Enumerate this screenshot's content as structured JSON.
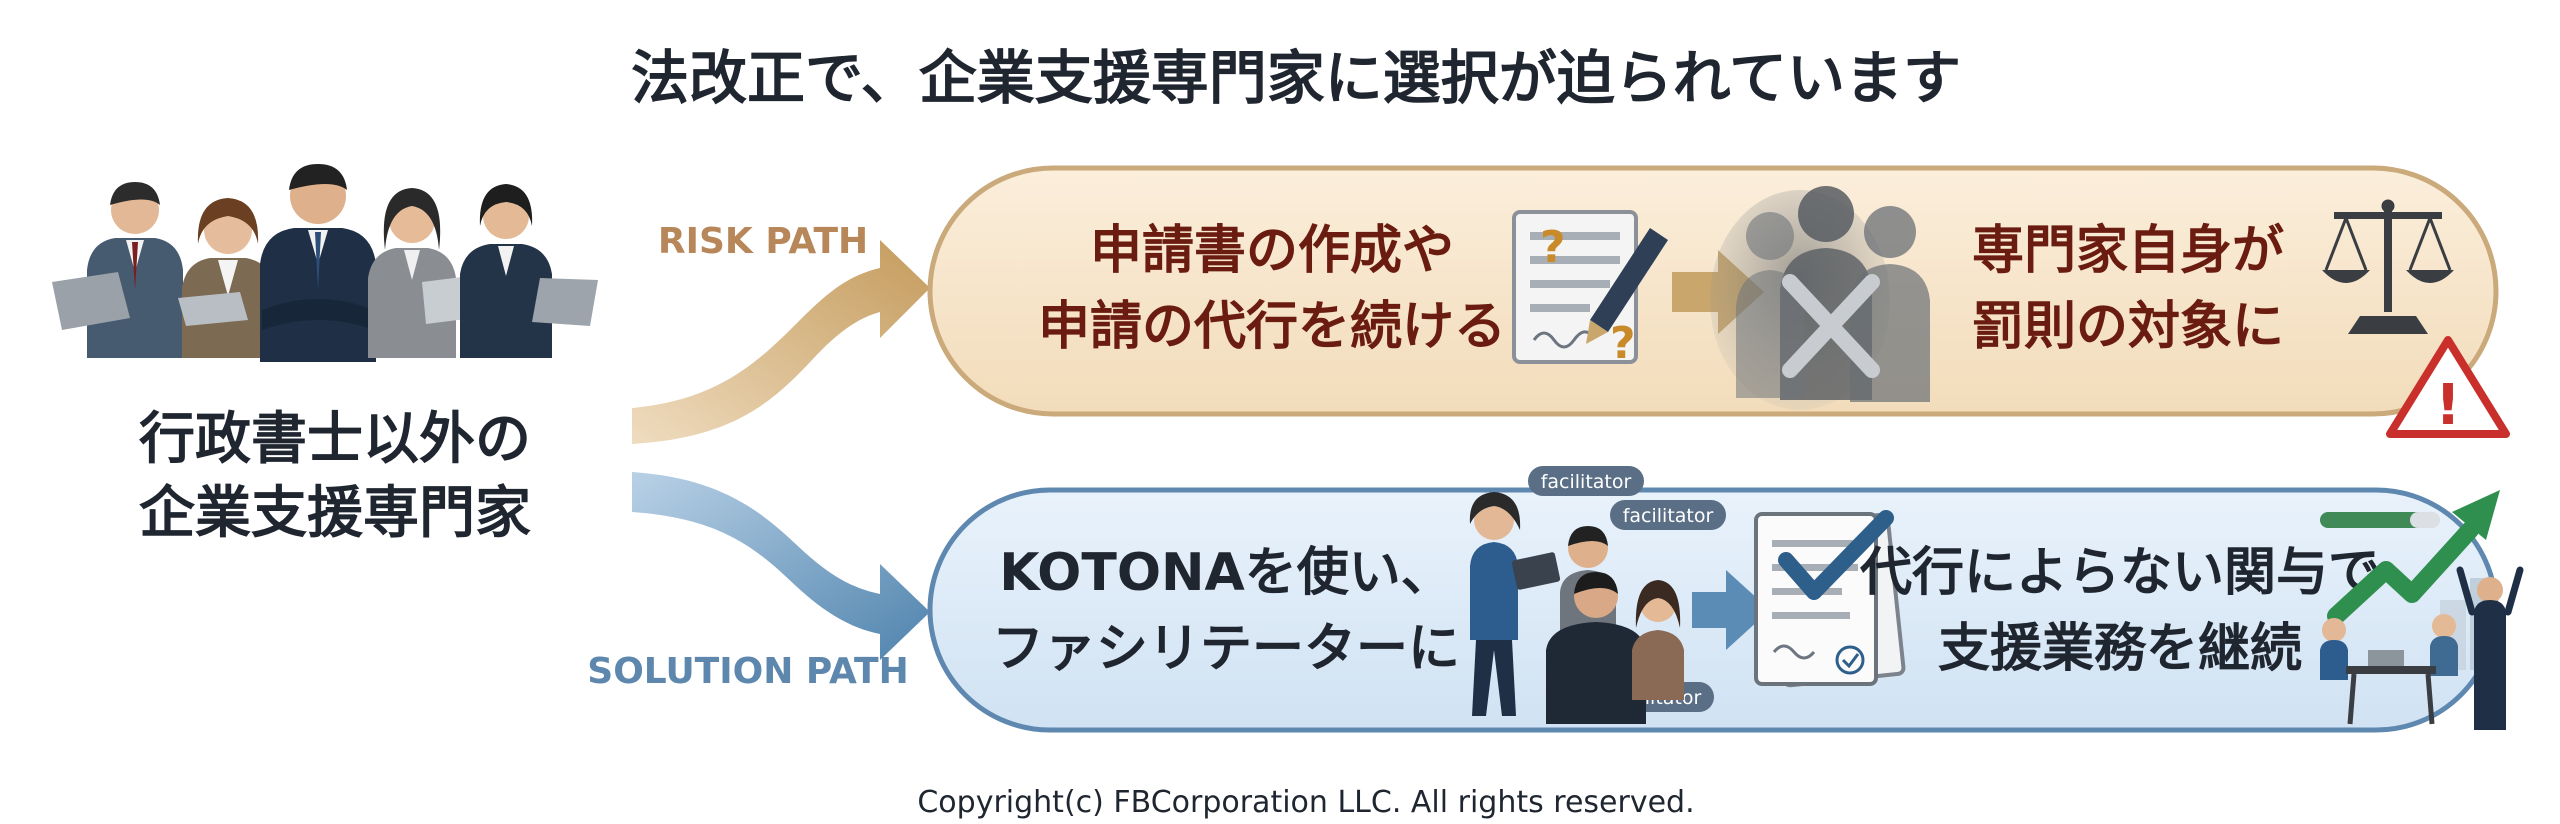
{
  "title": "法改正で、企業支援専門家に選択が迫られています",
  "source": {
    "line1": "行政書士以外の",
    "line2": "企業支援専門家"
  },
  "risk_path": {
    "label": "RISK PATH",
    "step1": {
      "line1": "申請書の作成や",
      "line2": "申請の代行を続ける"
    },
    "step2": {
      "line1": "専門家自身が",
      "line2": "罰則の対象に"
    },
    "doc_marks": [
      "?",
      "?"
    ],
    "warning_mark": "!"
  },
  "solution_path": {
    "label": "SOLUTION PATH",
    "step1": {
      "line1": "KOTONAを使い、",
      "line2": "ファシリテーターに"
    },
    "step2": {
      "line1": "代行によらない関与で",
      "line2": "支援業務を継続"
    },
    "facilitator_tags": [
      "facilitator",
      "facilitator",
      "facilitator"
    ]
  },
  "copyright": "Copyright(c) FBCorporation LLC. All rights reserved.",
  "colors": {
    "title": "#1f2630",
    "risk_fill": "#f7e6cc",
    "risk_stroke": "#caa97a",
    "risk_arrow": "#c9a66b",
    "risk_label": "#b7875a",
    "risk_text": "#6b1c10",
    "solution_fill": "#dce9f6",
    "solution_stroke": "#5e88b0",
    "solution_arrow": "#5b8cb5",
    "solution_label": "#5d87ad",
    "solution_text": "#1f2630",
    "check": "#2e5e8a",
    "warning": "#c9302c",
    "growth": "#2f8f4e"
  },
  "icons": [
    "people-group-icon",
    "document-pen-icon",
    "shadow-people-icon",
    "scales-icon",
    "warning-icon",
    "facilitator-team-icon",
    "checklist-document-icon",
    "growth-arrow-icon"
  ]
}
